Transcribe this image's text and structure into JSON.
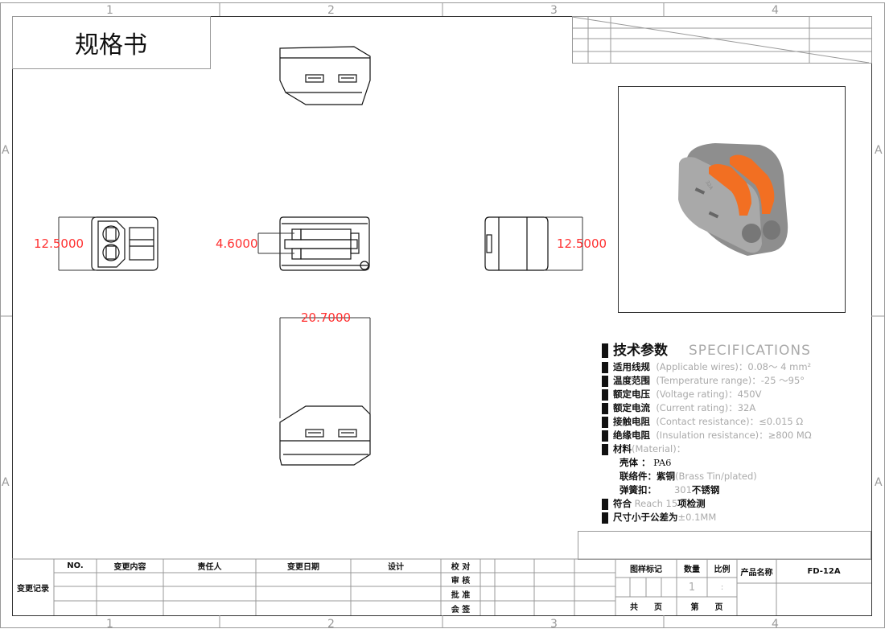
{
  "title": "规格书",
  "zones": {
    "columns": [
      "1",
      "2",
      "3",
      "4"
    ],
    "rows": [
      "A",
      "A"
    ]
  },
  "dimensions": {
    "left_height": "12.5000",
    "center_pitch": "4.6000",
    "right_height": "12.5000",
    "width": "20.7000"
  },
  "photo": {
    "label_32a": "32A"
  },
  "specs": {
    "heading_cn": "技术参数",
    "heading_en": "SPECIFICATIONS",
    "rows": [
      {
        "cn": "适用线规",
        "en": "(Applicable wires)",
        "value": "：0.08～ 4 mm²"
      },
      {
        "cn": "温度范围",
        "en": "(Temperature range)",
        "value": "：-25 ～95°"
      },
      {
        "cn": "额定电压",
        "en": "(Voltage rating)",
        "value": "：450V"
      },
      {
        "cn": "额定电流",
        "en": "(Current rating)",
        "value": "：32A"
      },
      {
        "cn": "接触电阻",
        "en": "(Contact resistance)",
        "value": "：≤0.015 Ω"
      },
      {
        "cn": "绝缘电阻",
        "en": "(Insulation resistance)",
        "value": "：≥800 MΩ"
      }
    ],
    "material_cn": "材料",
    "material_en": "(Material)：",
    "materials": [
      {
        "cn": "壳体 ：",
        "value": "PA6"
      },
      {
        "cn": "联络件：紫铜",
        "value": "(Brass  Tin/plated)"
      },
      {
        "cn": "弹簧扣：",
        "value": "301",
        "suffix": "不锈钢"
      }
    ],
    "reach_cn": "符合",
    "reach_en": "Reach  15",
    "reach_suffix": "项检测",
    "tolerance_cn": "尺寸小于公差为",
    "tolerance_value": "±0.1MM"
  },
  "change_table": {
    "row_label": "变更记录",
    "headers": [
      "NO.",
      "变更内容",
      "责任人",
      "变更日期",
      "设计"
    ],
    "sign_labels": [
      "校 对",
      "审 核",
      "批 准",
      "会 签"
    ]
  },
  "title_block": {
    "mark_label": "图样标记",
    "qty_label": "数量",
    "scale_label": "比例",
    "qty_value": "1",
    "scale_value": ":",
    "total_pages": "共　　页",
    "page_no": "第　　页",
    "product_name_label": "产品名称",
    "product_name": "FD-12A"
  }
}
